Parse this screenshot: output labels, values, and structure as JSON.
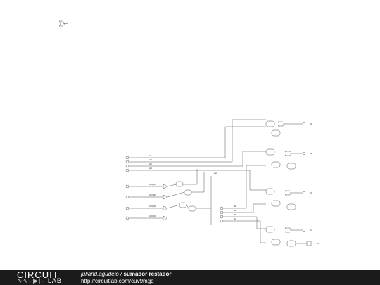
{
  "footer": {
    "logo_top": "CIRCUIT",
    "logo_bottom": "LAB",
    "user": "juliand.agudelo",
    "separator": " / ",
    "project": "sumador restador",
    "url": "http://circuitlab.com/cuv9mgq"
  },
  "schematic": {
    "inputs_a": [
      "A1",
      "A2",
      "A3",
      "A4"
    ],
    "inputs_c": [
      "C0(B1)",
      "C0(B2)",
      "C0(B3)",
      "C0(B4)"
    ],
    "inputs_b": [
      "B1",
      "B2",
      "B3",
      "B4"
    ],
    "outputs": [
      "X1",
      "X2",
      "X3",
      "X4",
      "C0"
    ]
  },
  "colors": {
    "footer_bg": "#1b1b1b",
    "wire": "#555555"
  }
}
